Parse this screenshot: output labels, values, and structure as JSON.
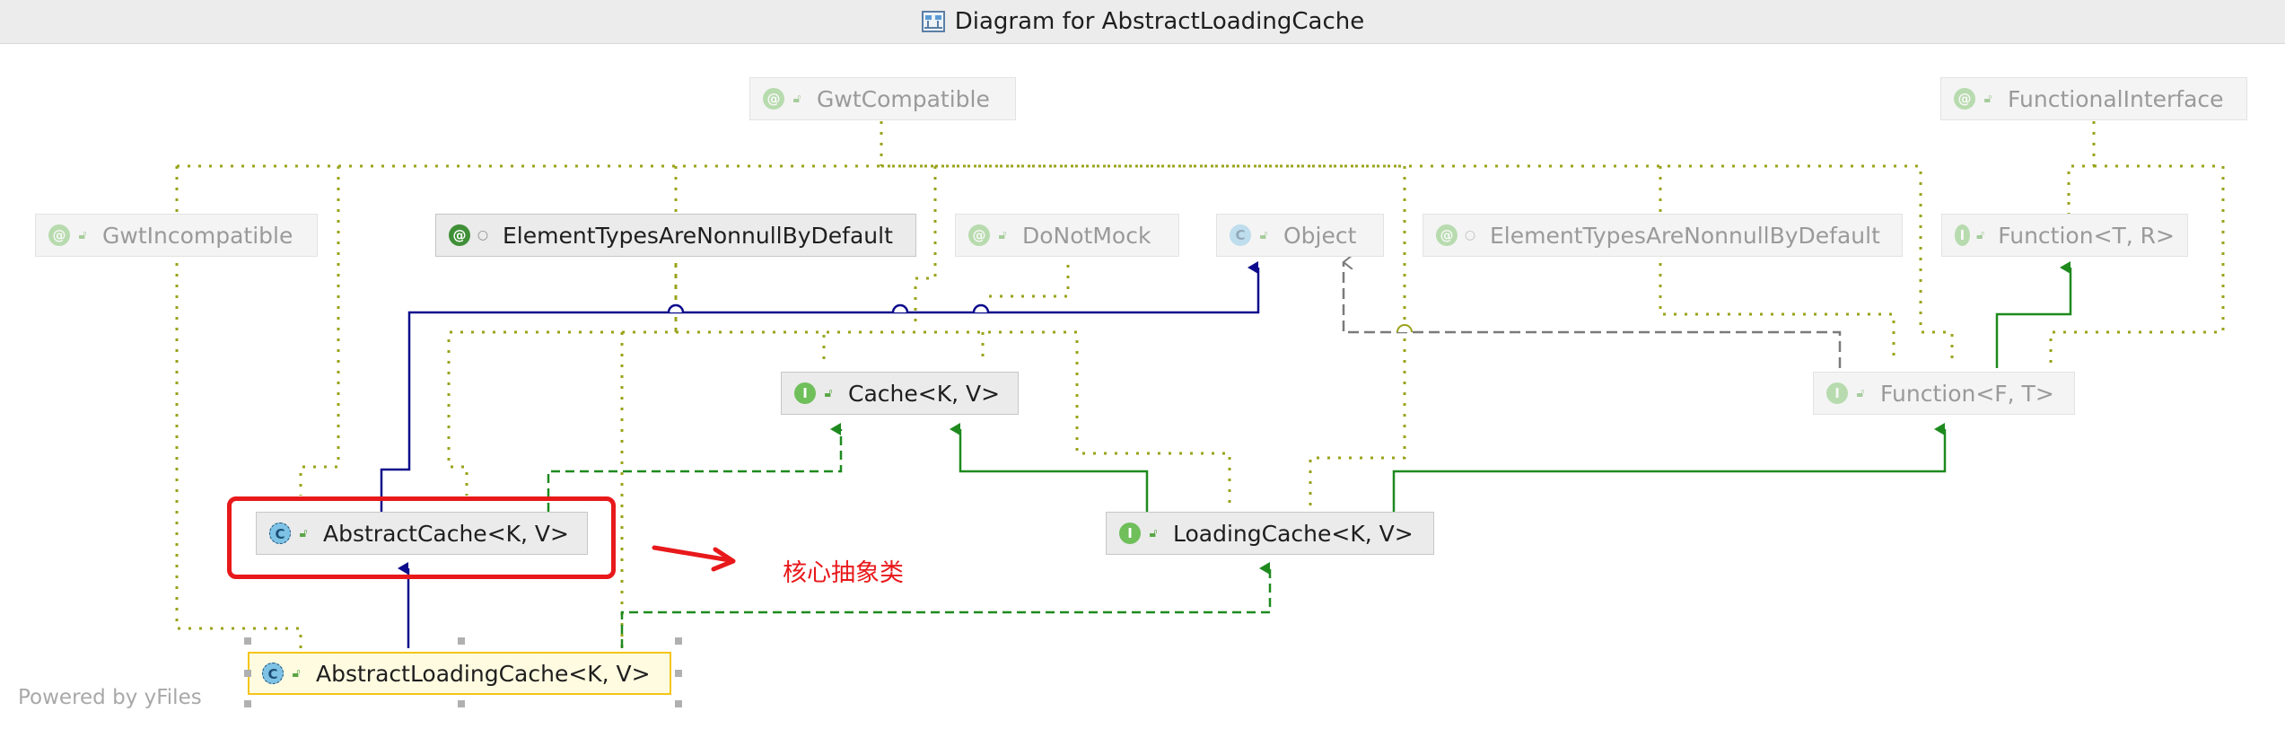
{
  "window": {
    "title": "Diagram for AbstractLoadingCache",
    "title_icon": "uml-diagram-icon"
  },
  "nodes": {
    "gwt_compatible": {
      "label": "GwtCompatible",
      "kind": "annotation",
      "kind_glyph": "@",
      "faded": true
    },
    "functional_interface": {
      "label": "FunctionalInterface",
      "kind": "annotation",
      "kind_glyph": "@",
      "faded": true
    },
    "gwt_incompatible": {
      "label": "GwtIncompatible",
      "kind": "annotation",
      "kind_glyph": "@",
      "faded": true
    },
    "element_types_1": {
      "label": "ElementTypesAreNonnullByDefault",
      "kind": "annotation",
      "kind_glyph": "@",
      "faded": false
    },
    "do_not_mock": {
      "label": "DoNotMock",
      "kind": "annotation",
      "kind_glyph": "@",
      "faded": true
    },
    "object": {
      "label": "Object",
      "kind": "class",
      "kind_glyph": "C",
      "faded": true
    },
    "element_types_2": {
      "label": "ElementTypesAreNonnullByDefault",
      "kind": "annotation",
      "kind_glyph": "@",
      "faded": true
    },
    "function_tr": {
      "label": "Function<T, R>",
      "kind": "interface",
      "kind_glyph": "I",
      "faded": true
    },
    "cache": {
      "label": "Cache<K, V>",
      "kind": "interface",
      "kind_glyph": "I",
      "faded": false
    },
    "function_ft": {
      "label": "Function<F, T>",
      "kind": "interface",
      "kind_glyph": "I",
      "faded": true
    },
    "abstract_cache": {
      "label": "AbstractCache<K, V>",
      "kind": "abstract-class",
      "kind_glyph": "C",
      "faded": false
    },
    "loading_cache": {
      "label": "LoadingCache<K, V>",
      "kind": "interface",
      "kind_glyph": "I",
      "faded": false
    },
    "abstract_loading_cache": {
      "label": "AbstractLoadingCache<K, V>",
      "kind": "abstract-class",
      "kind_glyph": "C",
      "faded": false,
      "selected": true
    }
  },
  "annotation": {
    "text": "核心抽象类",
    "color": "#e8191b"
  },
  "footer": {
    "powered_by": "Powered by yFiles"
  },
  "colors": {
    "extends": "#0c0c8c",
    "implements": "#1e8a1e",
    "annotation_link": "#9aa31a",
    "object_link": "#7a7a7a",
    "highlight": "#e8191b",
    "selection": "#f5c518"
  }
}
